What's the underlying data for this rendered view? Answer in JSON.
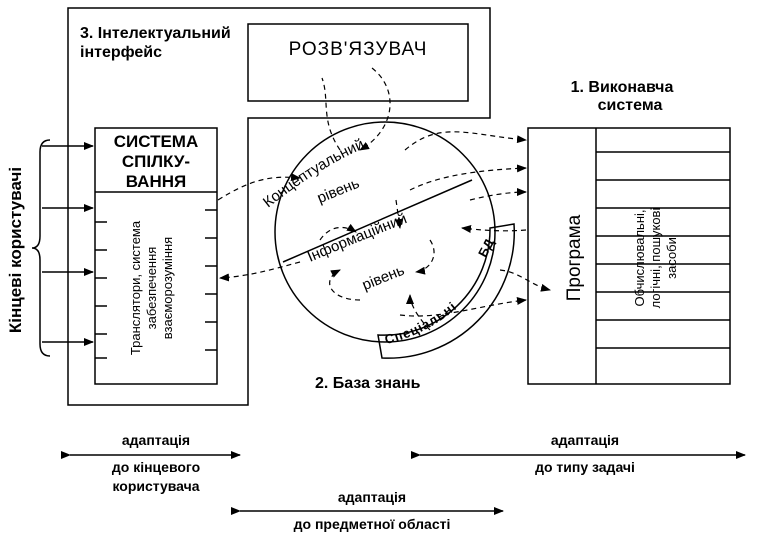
{
  "diagram": {
    "intelligent_interface_label": [
      "3. Інтелектуальний",
      "інтерфейс"
    ],
    "solver_label": "РОЗВ'ЯЗУВАЧ",
    "communication_system_label": [
      "СИСТЕМА",
      "СПІЛКУ-",
      "ВАННЯ"
    ],
    "translators_label": [
      "Транслятори, система",
      "забезпечення",
      "взаєморозуміння"
    ],
    "end_users_label": "Кінцеві користувачі",
    "conceptual_level_label": [
      "Концептуальний",
      "рівень"
    ],
    "information_level_label": [
      "Інформаційний",
      "рівень"
    ],
    "special_db_label": [
      "Спеціальні",
      "БД"
    ],
    "knowledge_base_label": "2. База знань",
    "executive_system_label": [
      "1. Виконавча",
      "система"
    ],
    "program_label": "Програма",
    "computational_means_label": [
      "Обчислювальні,",
      "логічні, пошукові",
      "засоби"
    ],
    "adaptation_user_label": [
      "адаптація",
      "до кінцевого",
      "користувача"
    ],
    "adaptation_task_label": [
      "адаптація",
      "до типу задачі"
    ],
    "adaptation_domain_label": [
      "адаптація",
      "до предметної області"
    ]
  }
}
